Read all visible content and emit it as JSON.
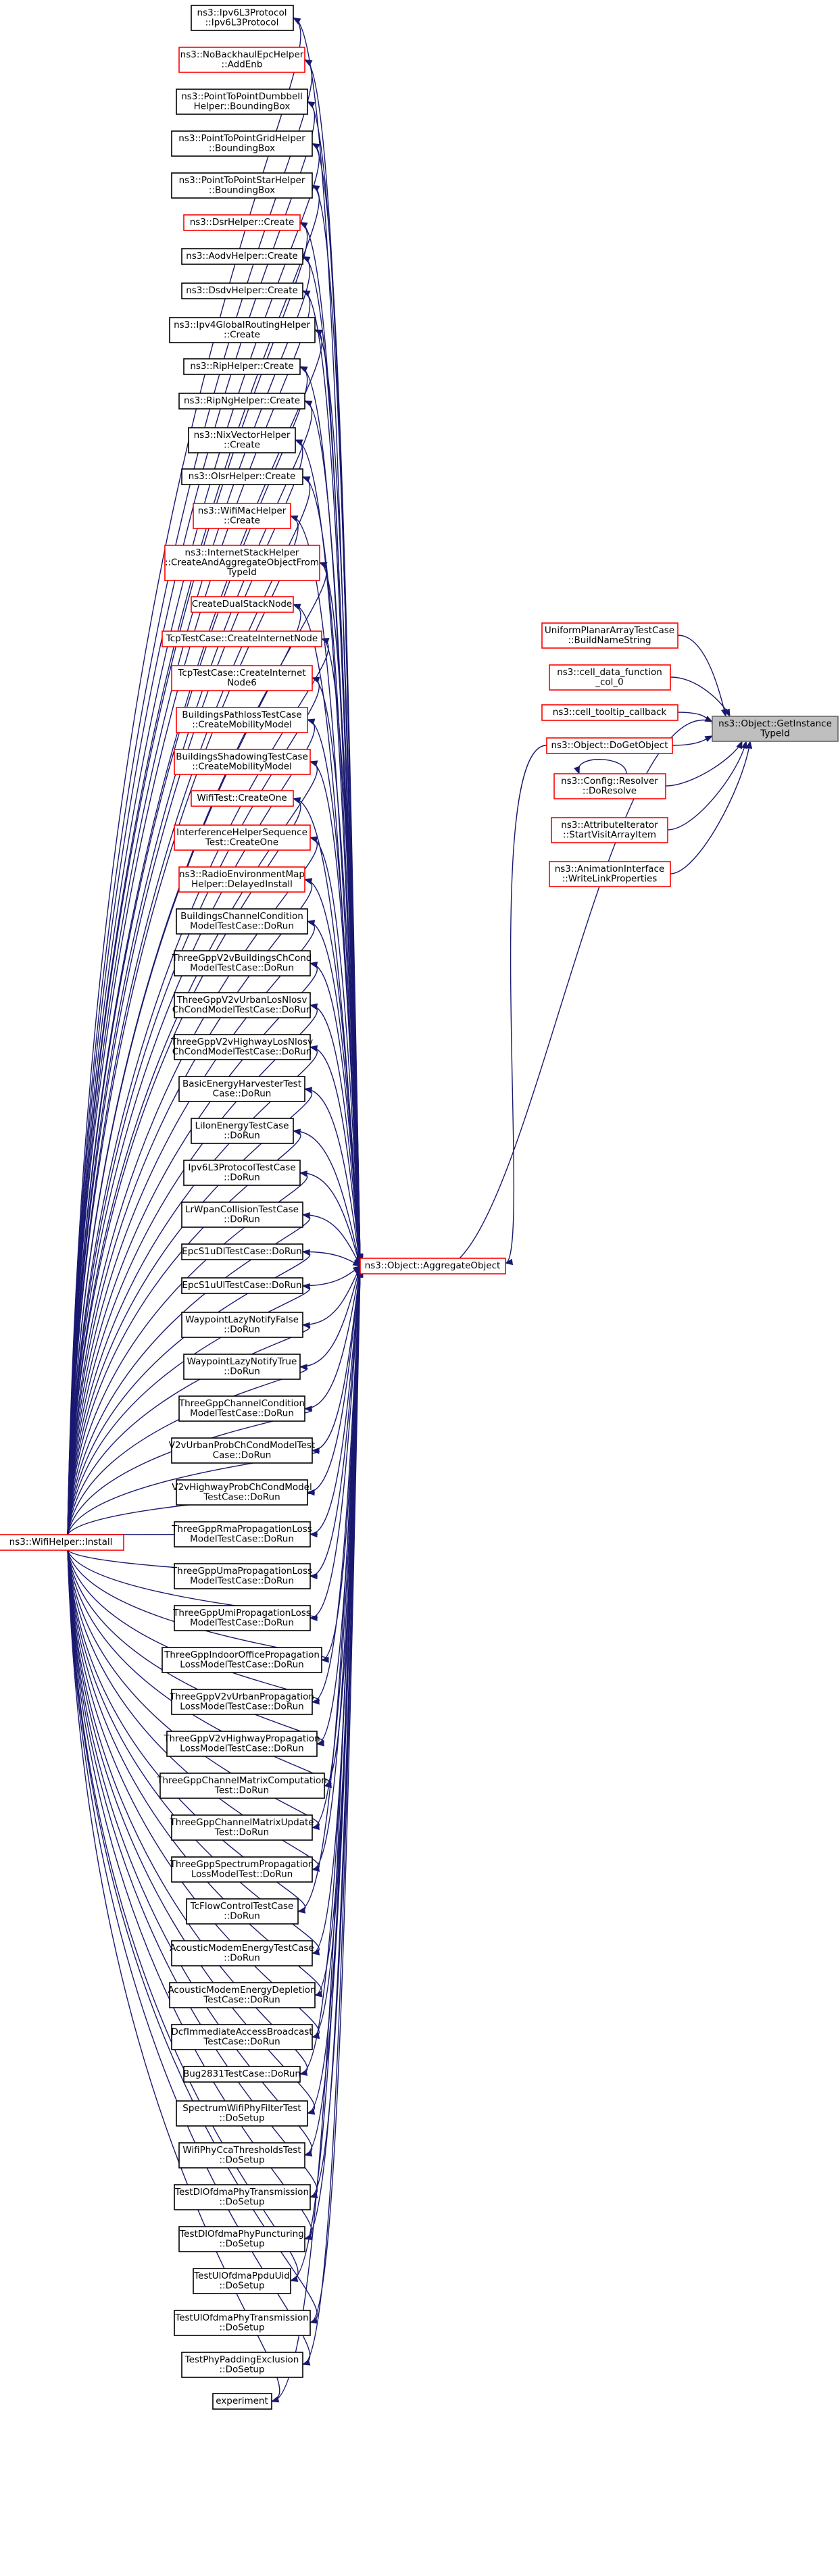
{
  "colors": {
    "edge": "#191970",
    "border_black": "#000000",
    "border_red": "#ff0000",
    "border_gray": "#666666",
    "focus_fill": "#bfbfbf",
    "background": "#ffffff"
  },
  "focus": {
    "id": "getinstancetypeid",
    "lines": [
      "ns3::Object::GetInstance",
      "TypeId"
    ]
  },
  "hub": {
    "id": "aggregateobject",
    "lines": [
      "ns3::Object::AggregateObject"
    ]
  },
  "root": {
    "id": "wifihelper-install",
    "lines": [
      "ns3::WifiHelper::Install"
    ]
  },
  "left_callers": [
    {
      "id": "ipv6l3protocol",
      "lines": [
        "ns3::Ipv6L3Protocol",
        "::Ipv6L3Protocol"
      ],
      "border": "black"
    },
    {
      "id": "nobackhaulepchelper-addenb",
      "lines": [
        "ns3::NoBackhaulEpcHelper",
        "::AddEnb"
      ],
      "border": "red"
    },
    {
      "id": "p2pdumbbell-boundingbox",
      "lines": [
        "ns3::PointToPointDumbbell",
        "Helper::BoundingBox"
      ],
      "border": "black"
    },
    {
      "id": "p2pgrid-boundingbox",
      "lines": [
        "ns3::PointToPointGridHelper",
        "::BoundingBox"
      ],
      "border": "black"
    },
    {
      "id": "p2pstar-boundingbox",
      "lines": [
        "ns3::PointToPointStarHelper",
        "::BoundingBox"
      ],
      "border": "black"
    },
    {
      "id": "dsrhelper-create",
      "lines": [
        "ns3::DsrHelper::Create"
      ],
      "border": "red"
    },
    {
      "id": "aodvhelper-create",
      "lines": [
        "ns3::AodvHelper::Create"
      ],
      "border": "black"
    },
    {
      "id": "dsdvhelper-create",
      "lines": [
        "ns3::DsdvHelper::Create"
      ],
      "border": "black"
    },
    {
      "id": "ipv4globalrouting-create",
      "lines": [
        "ns3::Ipv4GlobalRoutingHelper",
        "::Create"
      ],
      "border": "black"
    },
    {
      "id": "riphelper-create",
      "lines": [
        "ns3::RipHelper::Create"
      ],
      "border": "black"
    },
    {
      "id": "ripnghelper-create",
      "lines": [
        "ns3::RipNgHelper::Create"
      ],
      "border": "black"
    },
    {
      "id": "nixvectorhelper-create",
      "lines": [
        "ns3::NixVectorHelper",
        "::Create"
      ],
      "border": "black"
    },
    {
      "id": "olsrhelper-create",
      "lines": [
        "ns3::OlsrHelper::Create"
      ],
      "border": "black"
    },
    {
      "id": "wifimachelper-create",
      "lines": [
        "ns3::WifiMacHelper",
        "::Create"
      ],
      "border": "red"
    },
    {
      "id": "internetstackhelper-create",
      "lines": [
        "ns3::InternetStackHelper",
        "::CreateAndAggregateObjectFrom",
        "TypeId"
      ],
      "border": "red"
    },
    {
      "id": "createdualstacknode",
      "lines": [
        "CreateDualStackNode"
      ],
      "border": "red"
    },
    {
      "id": "tcptestcase-createinternetnode",
      "lines": [
        "TcpTestCase::CreateInternetNode"
      ],
      "border": "red"
    },
    {
      "id": "tcptestcase-createinternetnode6",
      "lines": [
        "TcpTestCase::CreateInternet",
        "Node6"
      ],
      "border": "red"
    },
    {
      "id": "buildingspathloss-createmobility",
      "lines": [
        "BuildingsPathlossTestCase",
        "::CreateMobilityModel"
      ],
      "border": "red"
    },
    {
      "id": "buildingsshadowing-createmobility",
      "lines": [
        "BuildingsShadowingTestCase",
        "::CreateMobilityModel"
      ],
      "border": "red"
    },
    {
      "id": "wifitest-createone",
      "lines": [
        "WifiTest::CreateOne"
      ],
      "border": "red"
    },
    {
      "id": "interferencehelper-createone",
      "lines": [
        "InterferenceHelperSequence",
        "Test::CreateOne"
      ],
      "border": "red"
    },
    {
      "id": "radioenvironmentmap-delayedinstall",
      "lines": [
        "ns3::RadioEnvironmentMap",
        "Helper::DelayedInstall"
      ],
      "border": "red"
    },
    {
      "id": "buildingschannelcondition-dorun",
      "lines": [
        "BuildingsChannelCondition",
        "ModelTestCase::DoRun"
      ],
      "border": "black"
    },
    {
      "id": "threegppv2vbuildings-dorun",
      "lines": [
        "ThreeGppV2vBuildingsChCond",
        "ModelTestCase::DoRun"
      ],
      "border": "black"
    },
    {
      "id": "threegppv2vurbanlosnlosv-dorun",
      "lines": [
        "ThreeGppV2vUrbanLosNlosv",
        "ChCondModelTestCase::DoRun"
      ],
      "border": "black"
    },
    {
      "id": "threegppv2vhighwaylosnlosv-dorun",
      "lines": [
        "ThreeGppV2vHighwayLosNlosv",
        "ChCondModelTestCase::DoRun"
      ],
      "border": "black"
    },
    {
      "id": "basicenergyharvester-dorun",
      "lines": [
        "BasicEnergyHarvesterTest",
        "Case::DoRun"
      ],
      "border": "black"
    },
    {
      "id": "lionenergy-dorun",
      "lines": [
        "LiIonEnergyTestCase",
        "::DoRun"
      ],
      "border": "black"
    },
    {
      "id": "ipv6l3protocoltest-dorun",
      "lines": [
        "Ipv6L3ProtocolTestCase",
        "::DoRun"
      ],
      "border": "black"
    },
    {
      "id": "lrwpancollision-dorun",
      "lines": [
        "LrWpanCollisionTestCase",
        "::DoRun"
      ],
      "border": "black"
    },
    {
      "id": "epcs1udl-dorun",
      "lines": [
        "EpcS1uDlTestCase::DoRun"
      ],
      "border": "black"
    },
    {
      "id": "epcs1uul-dorun",
      "lines": [
        "EpcS1uUlTestCase::DoRun"
      ],
      "border": "black"
    },
    {
      "id": "waypointlazynotifyfalse-dorun",
      "lines": [
        "WaypointLazyNotifyFalse",
        "::DoRun"
      ],
      "border": "black"
    },
    {
      "id": "waypointlazynotifytrue-dorun",
      "lines": [
        "WaypointLazyNotifyTrue",
        "::DoRun"
      ],
      "border": "black"
    },
    {
      "id": "threegppchannelcondition-dorun",
      "lines": [
        "ThreeGppChannelCondition",
        "ModelTestCase::DoRun"
      ],
      "border": "black"
    },
    {
      "id": "v2vurbanprob-dorun",
      "lines": [
        "V2vUrbanProbChCondModelTest",
        "Case::DoRun"
      ],
      "border": "black"
    },
    {
      "id": "v2vhighwayprob-dorun",
      "lines": [
        "V2vHighwayProbChCondModel",
        "TestCase::DoRun"
      ],
      "border": "black"
    },
    {
      "id": "threegpprmapropagation-dorun",
      "lines": [
        "ThreeGppRmaPropagationLoss",
        "ModelTestCase::DoRun"
      ],
      "border": "black"
    },
    {
      "id": "threegppumapropagation-dorun",
      "lines": [
        "ThreeGppUmaPropagationLoss",
        "ModelTestCase::DoRun"
      ],
      "border": "black"
    },
    {
      "id": "threegppumipropagation-dorun",
      "lines": [
        "ThreeGppUmiPropagationLoss",
        "ModelTestCase::DoRun"
      ],
      "border": "black"
    },
    {
      "id": "threegppindooroffice-dorun",
      "lines": [
        "ThreeGppIndoorOfficePropagation",
        "LossModelTestCase::DoRun"
      ],
      "border": "black"
    },
    {
      "id": "threegppv2vurbanprop-dorun",
      "lines": [
        "ThreeGppV2vUrbanPropagation",
        "LossModelTestCase::DoRun"
      ],
      "border": "black"
    },
    {
      "id": "threegppv2vhighwayprop-dorun",
      "lines": [
        "ThreeGppV2vHighwayPropagation",
        "LossModelTestCase::DoRun"
      ],
      "border": "black"
    },
    {
      "id": "threegppchannelmatrixcomputation-dorun",
      "lines": [
        "ThreeGppChannelMatrixComputation",
        "Test::DoRun"
      ],
      "border": "black"
    },
    {
      "id": "threegppchannelmatrixupdate-dorun",
      "lines": [
        "ThreeGppChannelMatrixUpdate",
        "Test::DoRun"
      ],
      "border": "black"
    },
    {
      "id": "threegppspectrumpropagation-dorun",
      "lines": [
        "ThreeGppSpectrumPropagation",
        "LossModelTest::DoRun"
      ],
      "border": "black"
    },
    {
      "id": "tcflowcontrol-dorun",
      "lines": [
        "TcFlowControlTestCase",
        "::DoRun"
      ],
      "border": "black"
    },
    {
      "id": "acousticmodemenergy-dorun",
      "lines": [
        "AcousticModemEnergyTestCase",
        "::DoRun"
      ],
      "border": "black"
    },
    {
      "id": "acousticmodemenergydepletion-dorun",
      "lines": [
        "AcousticModemEnergyDepletion",
        "TestCase::DoRun"
      ],
      "border": "black"
    },
    {
      "id": "dcfimmediateaccessbroadcast-dorun",
      "lines": [
        "DcfImmediateAccessBroadcast",
        "TestCase::DoRun"
      ],
      "border": "black"
    },
    {
      "id": "bug2831-dorun",
      "lines": [
        "Bug2831TestCase::DoRun"
      ],
      "border": "black"
    },
    {
      "id": "spectrumwifiphyfilter-dosetup",
      "lines": [
        "SpectrumWifiPhyFilterTest",
        "::DoSetup"
      ],
      "border": "black"
    },
    {
      "id": "wifiphyccathresholds-dosetup",
      "lines": [
        "WifiPhyCcaThresholdsTest",
        "::DoSetup"
      ],
      "border": "black"
    },
    {
      "id": "testdlofdmaphytransmission-dosetup",
      "lines": [
        "TestDlOfdmaPhyTransmission",
        "::DoSetup"
      ],
      "border": "black"
    },
    {
      "id": "testdlofdmaphypuncturing-dosetup",
      "lines": [
        "TestDlOfdmaPhyPuncturing",
        "::DoSetup"
      ],
      "border": "black"
    },
    {
      "id": "testulofdmappduuid-dosetup",
      "lines": [
        "TestUlOfdmaPpduUid",
        "::DoSetup"
      ],
      "border": "black"
    },
    {
      "id": "testulofdmaphytransmission-dosetup",
      "lines": [
        "TestUlOfdmaPhyTransmission",
        "::DoSetup"
      ],
      "border": "black"
    },
    {
      "id": "testphypaddingexclusion-dosetup",
      "lines": [
        "TestPhyPaddingExclusion",
        "::DoSetup"
      ],
      "border": "black"
    },
    {
      "id": "experiment",
      "lines": [
        "experiment"
      ],
      "border": "black"
    }
  ],
  "right_callers": [
    {
      "id": "uniformplanararray-buildnamestring",
      "lines": [
        "UniformPlanarArrayTestCase",
        "::BuildNameString"
      ],
      "border": "red"
    },
    {
      "id": "cell-data-function-col0",
      "lines": [
        "ns3::cell_data_function",
        "_col_0"
      ],
      "border": "red"
    },
    {
      "id": "cell-tooltip-callback",
      "lines": [
        "ns3::cell_tooltip_callback"
      ],
      "border": "red"
    },
    {
      "id": "object-dogetobject",
      "lines": [
        "ns3::Object::DoGetObject"
      ],
      "border": "red"
    },
    {
      "id": "config-resolver-doresolve",
      "lines": [
        "ns3::Config::Resolver",
        "::DoResolve"
      ],
      "border": "red"
    },
    {
      "id": "attributeiterator-startvisitarrayitem",
      "lines": [
        "ns3::AttributeIterator",
        "::StartVisitArrayItem"
      ],
      "border": "red"
    },
    {
      "id": "animationinterface-writelinkproperties",
      "lines": [
        "ns3::AnimationInterface",
        "::WriteLinkProperties"
      ],
      "border": "red"
    }
  ]
}
